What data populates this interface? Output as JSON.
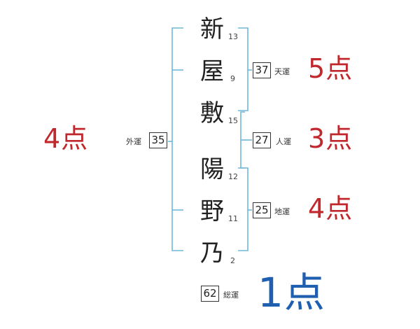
{
  "characters": [
    {
      "char": "新",
      "strokes": "13"
    },
    {
      "char": "屋",
      "strokes": "9"
    },
    {
      "char": "敷",
      "strokes": "15"
    },
    {
      "char": "陽",
      "strokes": "12"
    },
    {
      "char": "野",
      "strokes": "11"
    },
    {
      "char": "乃",
      "strokes": "2"
    }
  ],
  "tenun": {
    "value": "37",
    "label": "天運",
    "score": "5点"
  },
  "jinun": {
    "value": "27",
    "label": "人運",
    "score": "3点"
  },
  "chiun": {
    "value": "25",
    "label": "地運",
    "score": "4点"
  },
  "gaiun": {
    "value": "35",
    "label": "外運",
    "score": "4点"
  },
  "souun": {
    "value": "62",
    "label": "総運",
    "score": "1点"
  },
  "colors": {
    "bracket": "#6fb8dc",
    "score_red": "#c0282d",
    "score_blue": "#1f5fb0"
  }
}
